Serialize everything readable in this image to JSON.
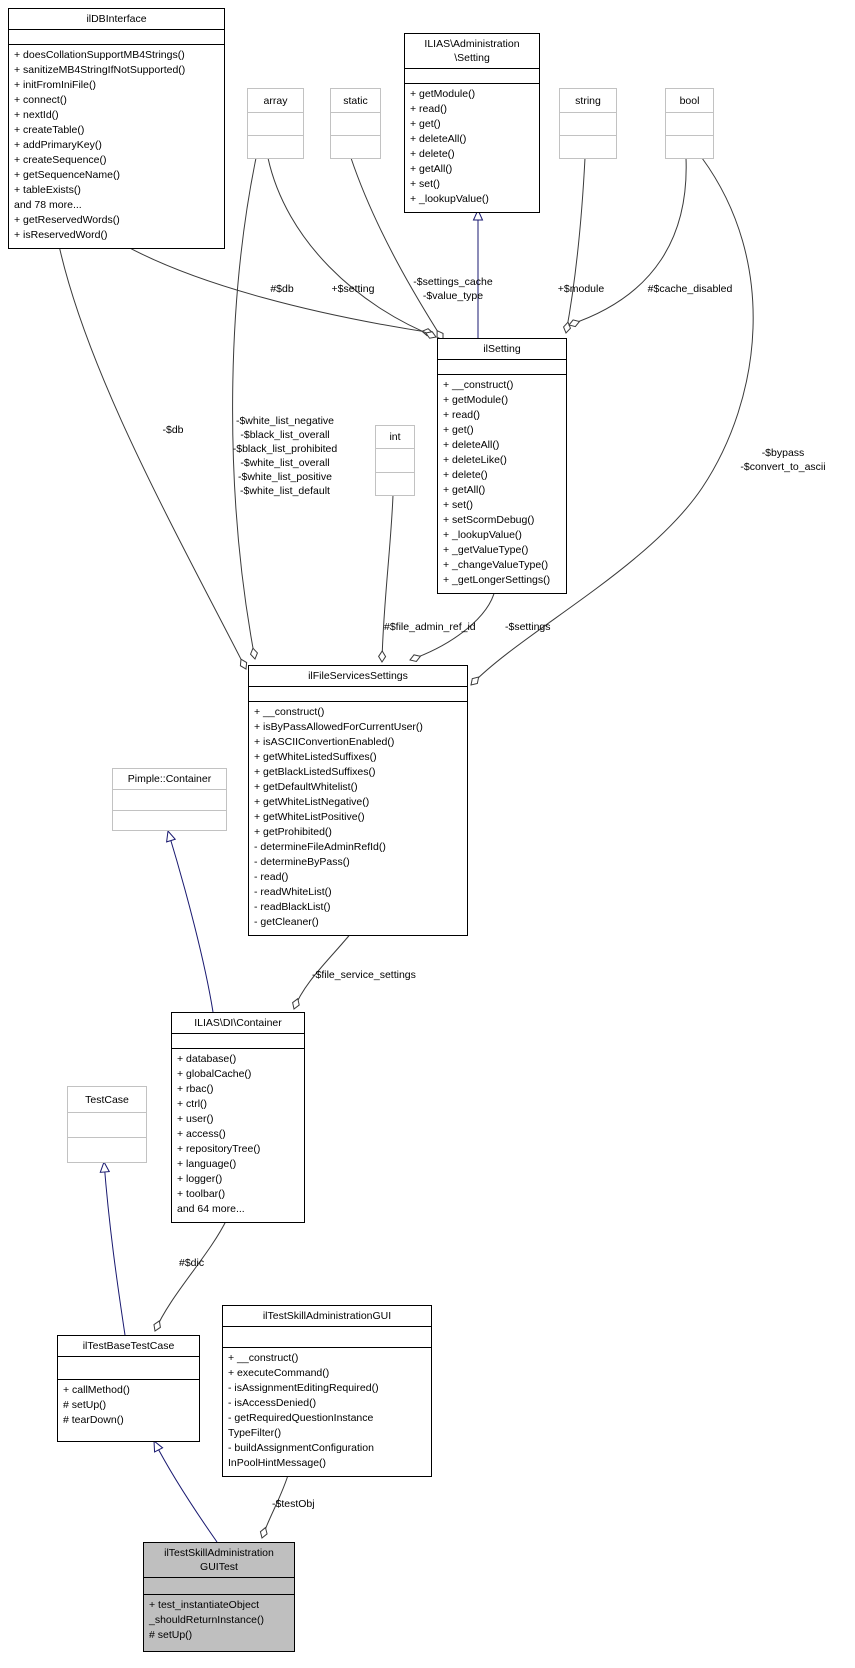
{
  "diagram": {
    "type": "uml-collaboration-graph",
    "colors": {
      "background": "#ffffff",
      "class_border": "#000000",
      "external_class_border": "#c2c2c2",
      "focus_class_fill": "#bfbfbf",
      "inheritance_edge": "#191970",
      "aggregation_edge": "#3a3a3a",
      "text": "#000000"
    },
    "classes": [
      {
        "id": "ilDBInterface",
        "title": "ilDBInterface",
        "style": "normal",
        "attributes": [],
        "methods": [
          "+ doesCollationSupportMB4Strings()",
          "+ sanitizeMB4StringIfNotSupported()",
          "+ initFromIniFile()",
          "+ connect()",
          "+ nextId()",
          "+ createTable()",
          "+ addPrimaryKey()",
          "+ createSequence()",
          "+ getSequenceName()",
          "+ tableExists()",
          "and 78 more...",
          "+ getReservedWords()",
          "+ isReservedWord()"
        ]
      },
      {
        "id": "AdminSetting",
        "title": "ILIAS\\Administration\n\\Setting",
        "style": "normal",
        "attributes": [],
        "methods": [
          "+ getModule()",
          "+ read()",
          "+ get()",
          "+ deleteAll()",
          "+ delete()",
          "+ getAll()",
          "+ set()",
          "+ _lookupValue()"
        ]
      },
      {
        "id": "array",
        "title": "array",
        "style": "external",
        "attributes": [],
        "methods": []
      },
      {
        "id": "static",
        "title": "static",
        "style": "external",
        "attributes": [],
        "methods": []
      },
      {
        "id": "string",
        "title": "string",
        "style": "external",
        "attributes": [],
        "methods": []
      },
      {
        "id": "bool",
        "title": "bool",
        "style": "external",
        "attributes": [],
        "methods": []
      },
      {
        "id": "ilSetting",
        "title": "ilSetting",
        "style": "normal",
        "attributes": [],
        "methods": [
          "+ __construct()",
          "+ getModule()",
          "+ read()",
          "+ get()",
          "+ deleteAll()",
          "+ deleteLike()",
          "+ delete()",
          "+ getAll()",
          "+ set()",
          "+ setScormDebug()",
          "+ _lookupValue()",
          "+ _getValueType()",
          "+ _changeValueType()",
          "+ _getLongerSettings()"
        ]
      },
      {
        "id": "int",
        "title": "int",
        "style": "external",
        "attributes": [],
        "methods": []
      },
      {
        "id": "ilFileServicesSettings",
        "title": "ilFileServicesSettings",
        "style": "normal",
        "attributes": [],
        "methods": [
          "+ __construct()",
          "+ isByPassAllowedForCurrentUser()",
          "+ isASCIIConvertionEnabled()",
          "+ getWhiteListedSuffixes()",
          "+ getBlackListedSuffixes()",
          "+ getDefaultWhitelist()",
          "+ getWhiteListNegative()",
          "+ getWhiteListPositive()",
          "+ getProhibited()",
          "- determineFileAdminRefId()",
          "- determineByPass()",
          "- read()",
          "- readWhiteList()",
          "- readBlackList()",
          "- getCleaner()"
        ]
      },
      {
        "id": "PimpleContainer",
        "title": "Pimple::Container",
        "style": "external",
        "attributes": [],
        "methods": []
      },
      {
        "id": "DIContainer",
        "title": "ILIAS\\DI\\Container",
        "style": "normal",
        "attributes": [],
        "methods": [
          "+ database()",
          "+ globalCache()",
          "+ rbac()",
          "+ ctrl()",
          "+ user()",
          "+ access()",
          "+ repositoryTree()",
          "+ language()",
          "+ logger()",
          "+ toolbar()",
          "and 64 more..."
        ]
      },
      {
        "id": "TestCase",
        "title": "TestCase",
        "style": "external",
        "attributes": [],
        "methods": []
      },
      {
        "id": "ilTestBaseTestCase",
        "title": "ilTestBaseTestCase",
        "style": "normal",
        "attributes": [],
        "methods": [
          "+ callMethod()",
          "# setUp()",
          "# tearDown()"
        ]
      },
      {
        "id": "ilTestSkillAdministrationGUI",
        "title": "ilTestSkillAdministrationGUI",
        "style": "normal",
        "attributes": [],
        "methods": [
          "+ __construct()",
          "+ executeCommand()",
          "- isAssignmentEditingRequired()",
          "- isAccessDenied()",
          "- getRequiredQuestionInstance",
          "TypeFilter()",
          "- buildAssignmentConfiguration",
          "InPoolHintMessage()"
        ]
      },
      {
        "id": "ilTestSkillAdministrationGUITest",
        "title": "ilTestSkillAdministration\nGUITest",
        "style": "focus",
        "attributes": [],
        "methods": [
          "+ test_instantiateObject",
          "_shouldReturnInstance()",
          "# setUp()"
        ]
      }
    ],
    "edges": [
      {
        "id": "db-ilsetting",
        "from": "ilDBInterface",
        "to": "ilSetting",
        "kind": "aggregation",
        "label": "#$db"
      },
      {
        "id": "array-ilsetting",
        "from": "array",
        "to": "ilSetting",
        "kind": "aggregation",
        "label": "+$setting"
      },
      {
        "id": "static-ilsetting",
        "from": "static",
        "to": "ilSetting",
        "kind": "aggregation",
        "label": "-$settings_cache\n-$value_type"
      },
      {
        "id": "string-ilsetting",
        "from": "string",
        "to": "ilSetting",
        "kind": "aggregation",
        "label": "+$module"
      },
      {
        "id": "bool-ilsetting",
        "from": "bool",
        "to": "ilSetting",
        "kind": "aggregation",
        "label": "#$cache_disabled"
      },
      {
        "id": "ilsetting-adminsetting",
        "from": "ilSetting",
        "to": "AdminSetting",
        "kind": "inheritance",
        "label": ""
      },
      {
        "id": "db-fss",
        "from": "ilDBInterface",
        "to": "ilFileServicesSettings",
        "kind": "aggregation",
        "label": "-$db"
      },
      {
        "id": "array-fss",
        "from": "array",
        "to": "ilFileServicesSettings",
        "kind": "aggregation",
        "label": "-$white_list_negative\n-$black_list_overall\n-$black_list_prohibited\n-$white_list_overall\n-$white_list_positive\n-$white_list_default"
      },
      {
        "id": "int-fss",
        "from": "int",
        "to": "ilFileServicesSettings",
        "kind": "aggregation",
        "label": "#$file_admin_ref_id"
      },
      {
        "id": "ilsetting-fss",
        "from": "ilSetting",
        "to": "ilFileServicesSettings",
        "kind": "aggregation",
        "label": "-$settings"
      },
      {
        "id": "bool-fss",
        "from": "bool",
        "to": "ilFileServicesSettings",
        "kind": "aggregation",
        "label": "-$bypass\n-$convert_to_ascii"
      },
      {
        "id": "fss-dic",
        "from": "ilFileServicesSettings",
        "to": "DIContainer",
        "kind": "aggregation",
        "label": "-$file_service_settings"
      },
      {
        "id": "dic-pimple",
        "from": "DIContainer",
        "to": "PimpleContainer",
        "kind": "inheritance",
        "label": ""
      },
      {
        "id": "dic-base",
        "from": "DIContainer",
        "to": "ilTestBaseTestCase",
        "kind": "aggregation",
        "label": "#$dic"
      },
      {
        "id": "base-testcase",
        "from": "ilTestBaseTestCase",
        "to": "TestCase",
        "kind": "inheritance",
        "label": ""
      },
      {
        "id": "gui-guitest",
        "from": "ilTestSkillAdministrationGUI",
        "to": "ilTestSkillAdministrationGUITest",
        "kind": "aggregation",
        "label": "-$testObj"
      },
      {
        "id": "guitest-base",
        "from": "ilTestSkillAdministrationGUITest",
        "to": "ilTestBaseTestCase",
        "kind": "inheritance",
        "label": ""
      }
    ]
  }
}
